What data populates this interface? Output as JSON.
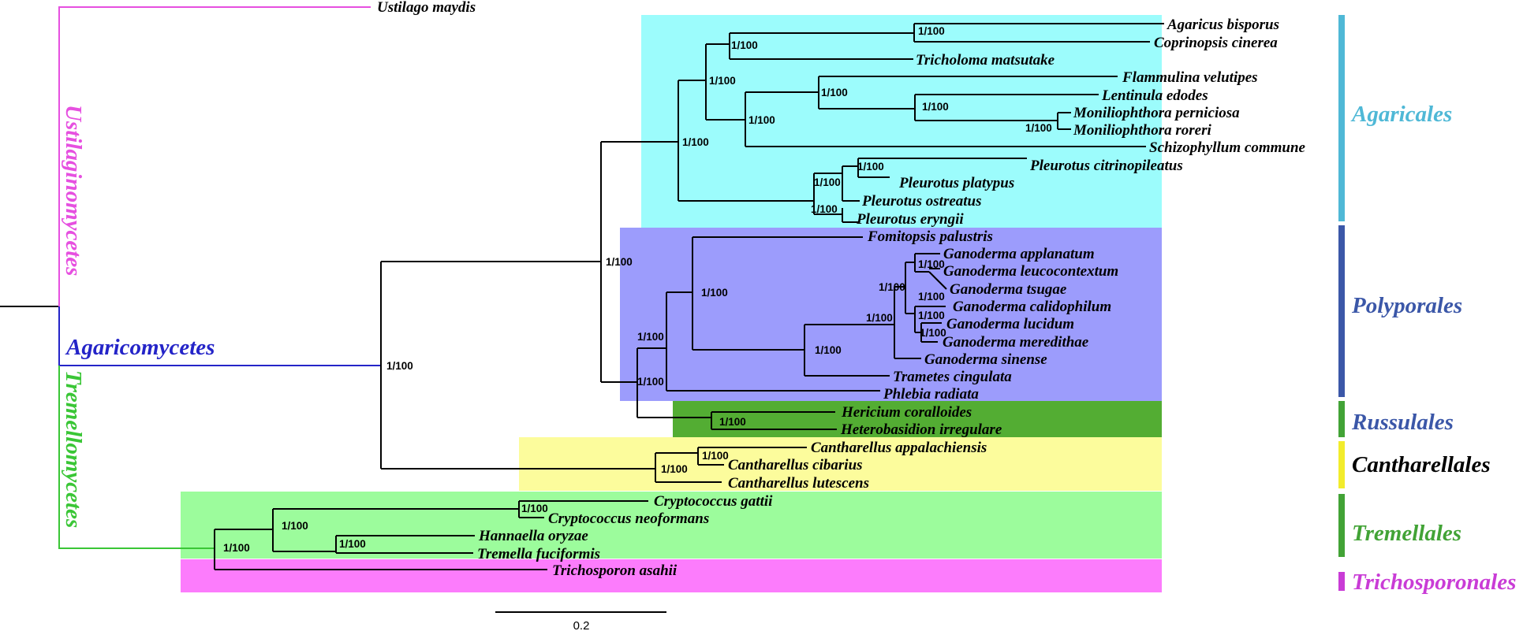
{
  "classes": {
    "ustilaginomycetes": "Ustilaginomycetes",
    "agaricomycetes": "Agaricomycetes",
    "tremellomycetes": "Tremellomycetes"
  },
  "orders": {
    "agaricales": "Agaricales",
    "polyporales": "Polyporales",
    "russulales": "Russulales",
    "cantharellales": "Cantharellales",
    "tremellales": "Tremellales",
    "trichosporonales": "Trichosporonales"
  },
  "colors": {
    "agaricales_band": "#9cfcfc",
    "agaricales_text": "#4fb8d6",
    "polyporales_band": "#9c9cfc",
    "polyporales_text": "#3b57a8",
    "russulales_band": "#53ad33",
    "russulales_text": "#3b57a8",
    "cantharellales_band": "#fcfc9c",
    "cantharellales_text": "#000000",
    "tremellales_band": "#9cfc9c",
    "tremellales_text": "#42a336",
    "trichosporonales_band": "#fc7cfc",
    "trichosporonales_text": "#c93cd6",
    "ustilaginomycetes": "#e650e0",
    "agaricomycetes": "#2424c8",
    "tremellomycetes": "#3ac636"
  },
  "taxa": {
    "ustilago_maydis": "Ustilago maydis",
    "agaricus_bisporus": "Agaricus bisporus",
    "coprinopsis_cinerea": "Coprinopsis cinerea",
    "tricholoma_matsutake": "Tricholoma matsutake",
    "flammulina_velutipes": "Flammulina velutipes",
    "lentinula_edodes": "Lentinula edodes",
    "moniliophthora_perniciosa": "Moniliophthora perniciosa",
    "moniliophthora_roreri": "Moniliophthora roreri",
    "schizophyllum_commune": "Schizophyllum commune",
    "pleurotus_citrinopileatus": "Pleurotus citrinopileatus",
    "pleurotus_platypus": "Pleurotus platypus",
    "pleurotus_ostreatus": "Pleurotus ostreatus",
    "pleurotus_eryngii": "Pleurotus eryngii",
    "fomitopsis_palustris": "Fomitopsis palustris",
    "ganoderma_applanatum": "Ganoderma applanatum",
    "ganoderma_leucocontextum": "Ganoderma leucocontextum",
    "ganoderma_tsugae": "Ganoderma tsugae",
    "ganoderma_calidophilum": "Ganoderma calidophilum",
    "ganoderma_lucidum": "Ganoderma lucidum",
    "ganoderma_meredithae": "Ganoderma meredithae",
    "ganoderma_sinense": "Ganoderma sinense",
    "trametes_cingulata": "Trametes cingulata",
    "phlebia_radiata": "Phlebia radiata",
    "hericium_coralloides": "Hericium coralloides",
    "heterobasidion_irregulare": "Heterobasidion irregulare",
    "cantharellus_appalachiensis": "Cantharellus appalachiensis",
    "cantharellus_cibarius": "Cantharellus cibarius",
    "cantharellus_lutescens": "Cantharellus lutescens",
    "cryptococcus_gattii": "Cryptococcus gattii",
    "cryptococcus_neoformans": "Cryptococcus neoformans",
    "hannaella_oryzae": "Hannaella oryzae",
    "tremella_fuciformis": "Tremella fuciformis",
    "trichosporon_asahii": "Trichosporon asahii"
  },
  "support_value": "1/100",
  "scale": {
    "length": 0.2,
    "label": "0.2"
  }
}
